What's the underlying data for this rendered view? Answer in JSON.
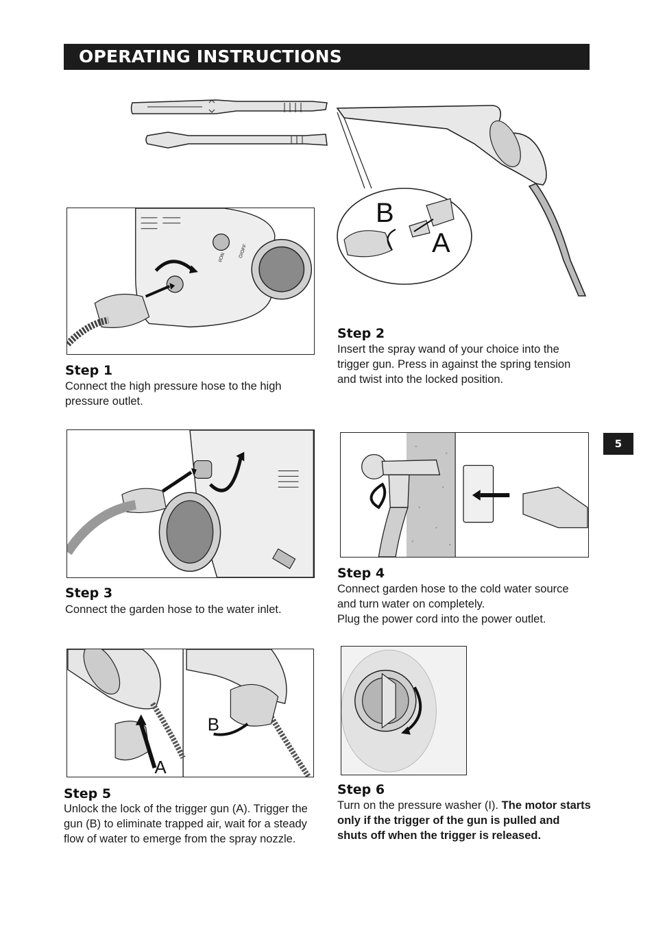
{
  "header": {
    "title": "OPERATING INSTRUCTIONS"
  },
  "page_number": "5",
  "callouts": {
    "a": "A",
    "b": "B"
  },
  "panel_labels": {
    "on": "I/ON",
    "off": "O/OFF"
  },
  "steps": [
    {
      "title": "Step 1",
      "text": "Connect the high pressure hose to the high pressure outlet."
    },
    {
      "title": "Step 2",
      "text": "Insert the spray wand of your choice into the trigger gun. Press in against the spring tension and twist into the locked position."
    },
    {
      "title": "Step 3",
      "text": "Connect the garden hose to the water inlet."
    },
    {
      "title": "Step 4",
      "text_line1": "Connect garden hose to the cold water source and turn water on completely.",
      "text_line2": "Plug the power cord into the power outlet."
    },
    {
      "title": "Step 5",
      "text": "Unlock the lock of the trigger gun (A). Trigger the gun (B) to eliminate trapped air, wait for a steady flow of water to emerge from the spray nozzle."
    },
    {
      "title": "Step 6",
      "text_plain": "Turn on the pressure  washer (I). ",
      "text_bold": "The motor starts only if the trigger of the gun is pulled and shuts off when the trigger is released."
    }
  ]
}
